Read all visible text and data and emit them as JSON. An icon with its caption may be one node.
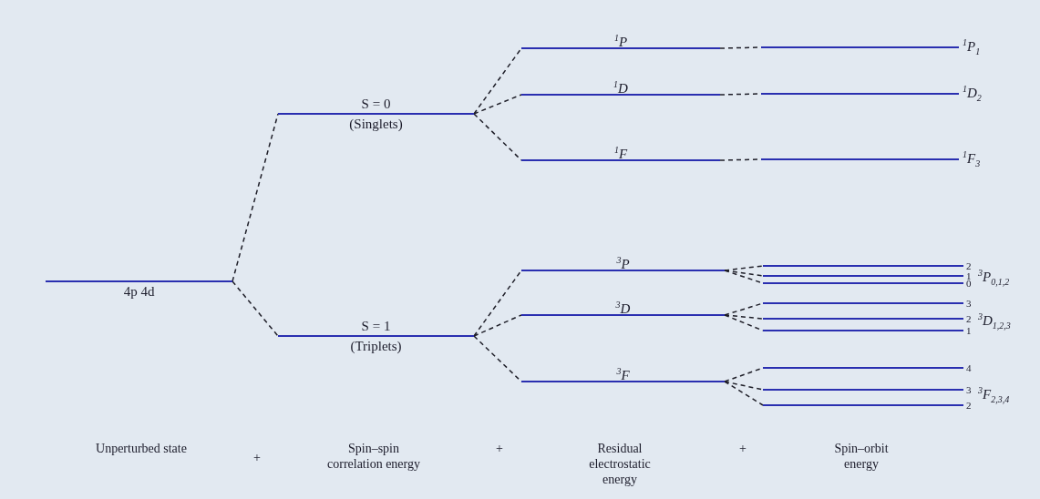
{
  "diagram": {
    "nodes": [
      {
        "text": [
          "4p 4d"
        ]
      },
      {
        "text": [
          "S = 0",
          "(Singlets)"
        ]
      },
      {
        "text": [
          "S = 1",
          "(Triplets)"
        ]
      },
      {
        "text": [
          "$^{1}$P"
        ]
      },
      {
        "text": [
          "$^{1}$D"
        ]
      },
      {
        "text": [
          "$^{1}$F"
        ]
      },
      {
        "text": [
          "$^{3}$P"
        ]
      },
      {
        "text": [
          "$^{3}$D"
        ]
      },
      {
        "text": [
          "$^{3}$F"
        ]
      },
      {
        "text": [
          "$^{1}$P$_{1}$"
        ]
      },
      {
        "text": [
          "$^{1}$D$_{2}$"
        ]
      },
      {
        "text": [
          "$^{1}$F$_{3}$"
        ]
      },
      {
        "text": [
          "2"
        ]
      },
      {
        "text": [
          "1"
        ]
      },
      {
        "text": [
          "0"
        ]
      },
      {
        "text": [
          "3"
        ]
      },
      {
        "text": [
          "2"
        ]
      },
      {
        "text": [
          "1"
        ]
      },
      {
        "text": [
          "4"
        ]
      },
      {
        "text": [
          "3"
        ]
      },
      {
        "text": [
          "2"
        ]
      }
    ],
    "edges": [
      {
        "from": 0,
        "to": 1,
        "arrow": "none",
        "style": "dashed"
      },
      {
        "from": 0,
        "to": 2,
        "arrow": "none",
        "style": "dashed"
      },
      {
        "from": 1,
        "to": 3,
        "arrow": "none",
        "style": "dashed"
      },
      {
        "from": 1,
        "to": 4,
        "arrow": "none",
        "style": "dashed"
      },
      {
        "from": 1,
        "to": 5,
        "arrow": "none",
        "style": "dashed"
      },
      {
        "from": 2,
        "to": 6,
        "arrow": "none",
        "style": "dashed"
      },
      {
        "from": 2,
        "to": 7,
        "arrow": "none",
        "style": "dashed"
      },
      {
        "from": 2,
        "to": 8,
        "arrow": "none",
        "style": "dashed"
      },
      {
        "from": 3,
        "to": 9,
        "arrow": "none",
        "style": "dashed"
      },
      {
        "from": 4,
        "to": 10,
        "arrow": "none",
        "style": "dashed"
      },
      {
        "from": 5,
        "to": 11,
        "arrow": "none",
        "style": "dashed"
      },
      {
        "from": 6,
        "to": 12,
        "arrow": "none",
        "style": "dashed"
      },
      {
        "from": 6,
        "to": 13,
        "arrow": "none",
        "style": "dashed"
      },
      {
        "from": 6,
        "to": 14,
        "arrow": "none",
        "style": "dashed"
      },
      {
        "from": 7,
        "to": 15,
        "arrow": "none",
        "style": "dashed"
      },
      {
        "from": 7,
        "to": 16,
        "arrow": "none",
        "style": "dashed"
      },
      {
        "from": 7,
        "to": 17,
        "arrow": "none",
        "style": "dashed"
      },
      {
        "from": 8,
        "to": 18,
        "arrow": "none",
        "style": "dashed"
      },
      {
        "from": 8,
        "to": 19,
        "arrow": "none",
        "style": "dashed"
      },
      {
        "from": 8,
        "to": 20,
        "arrow": "none",
        "style": "dashed"
      }
    ],
    "labels": [
      "$^{3}$P$_{0,1,2}$",
      "$^{3}$D$_{1,2,3}$",
      "$^{3}$F$_{2,3,4}$",
      "Unperturbed state",
      "+",
      "Spin–spin correlation energy",
      "+",
      "Residual electrostatic energy",
      "+",
      "Spin–orbit energy"
    ]
  }
}
